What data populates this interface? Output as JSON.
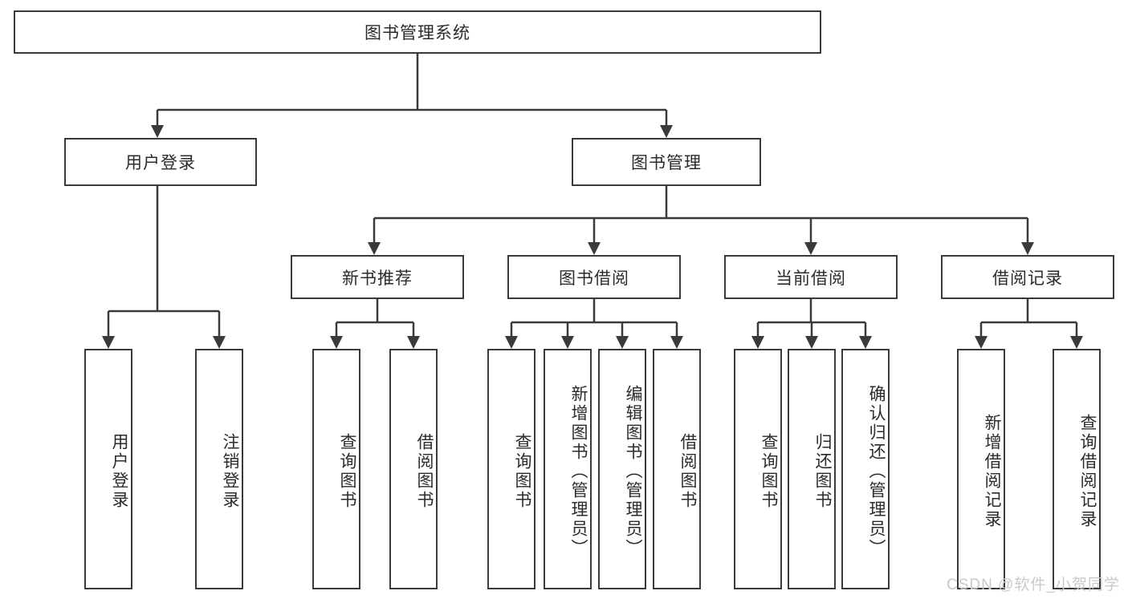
{
  "diagram": {
    "title_node": {
      "label": "图书管理系统"
    },
    "level2": [
      {
        "label": "用户登录"
      },
      {
        "label": "图书管理"
      }
    ],
    "level3": [
      {
        "label": "新书推荐"
      },
      {
        "label": "图书借阅"
      },
      {
        "label": "当前借阅"
      },
      {
        "label": "借阅记录"
      }
    ],
    "leaves": {
      "user_login": [
        {
          "label": "用户登录"
        },
        {
          "label": "注销登录"
        }
      ],
      "new_book_recommend": [
        {
          "label": "查询图书"
        },
        {
          "label": "借阅图书"
        }
      ],
      "book_borrow": [
        {
          "label": "查询图书"
        },
        {
          "label": "新增图书（管理员）"
        },
        {
          "label": "编辑图书（管理员）"
        },
        {
          "label": "借阅图书"
        }
      ],
      "current_borrow": [
        {
          "label": "查询图书"
        },
        {
          "label": "归还图书"
        },
        {
          "label": "确认归还（管理员）"
        }
      ],
      "borrow_record": [
        {
          "label": "新增借阅记录"
        },
        {
          "label": "查询借阅记录"
        }
      ]
    }
  },
  "watermark": {
    "text": "CSDN @软件_小贺同学"
  },
  "colors": {
    "stroke": "#3a3a3a",
    "text": "#2b2b2b",
    "background": "#ffffff",
    "watermark": "#c9c9c9"
  }
}
